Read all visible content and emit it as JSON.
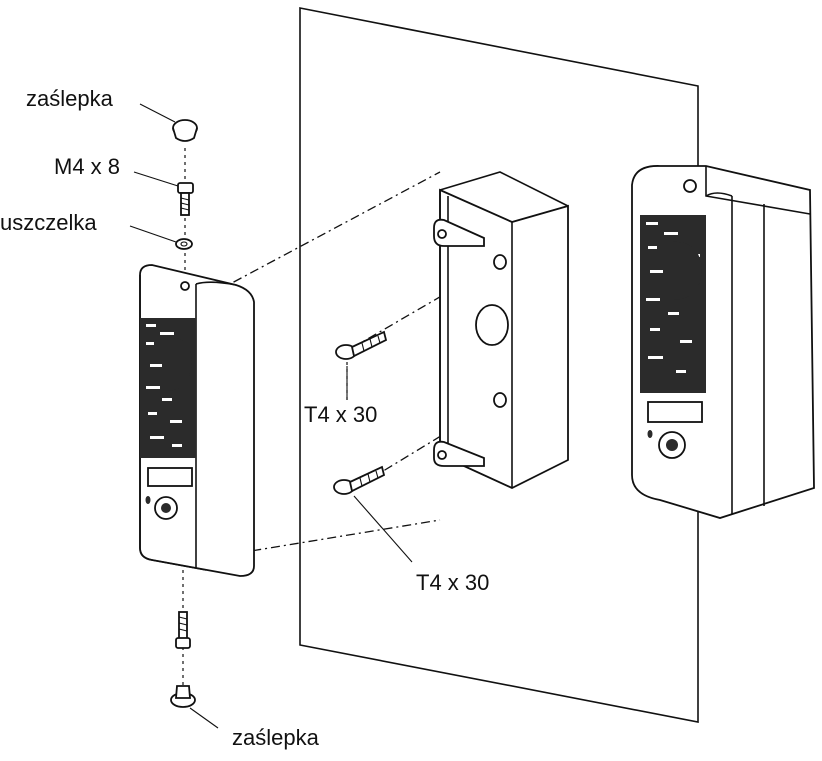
{
  "labels": {
    "cap_top": "zaślepka",
    "screw_m4": "M4 x 8",
    "gasket": "uszczelka",
    "screw_t4_upper": "T4 x 30",
    "screw_t4_lower": "T4 x 30",
    "cap_bottom": "zaślepka"
  },
  "colors": {
    "line": "#111111",
    "panel": "#2b2b2b",
    "background": "#ffffff"
  },
  "icons": [
    "cap-icon",
    "screw-icon",
    "gasket-icon",
    "wood-screw-icon",
    "door-station-icon",
    "mounting-bracket-icon",
    "camera-lens-icon"
  ]
}
